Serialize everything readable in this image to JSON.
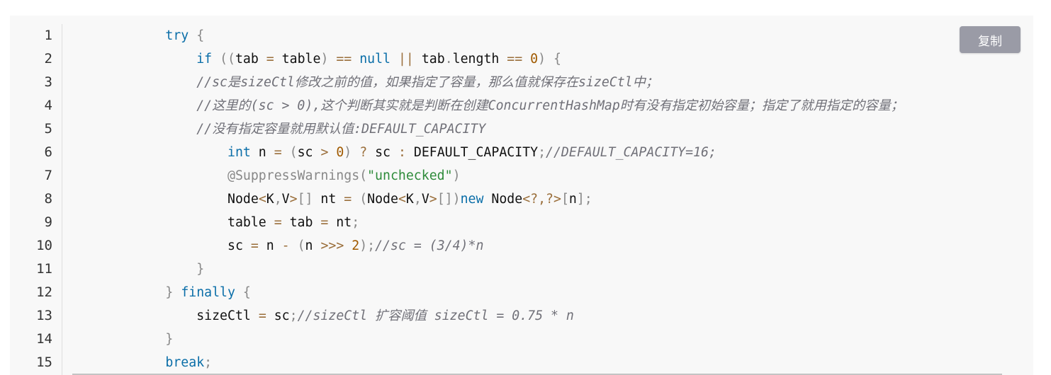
{
  "copy_button": {
    "label": "复制"
  },
  "line_numbers": [
    "1",
    "2",
    "3",
    "4",
    "5",
    "6",
    "7",
    "8",
    "9",
    "10",
    "11",
    "12",
    "13",
    "14",
    "15"
  ],
  "code_lines": [
    [
      {
        "t": "            ",
        "c": ""
      },
      {
        "t": "try",
        "c": "kw"
      },
      {
        "t": " ",
        "c": ""
      },
      {
        "t": "{",
        "c": "punc"
      }
    ],
    [
      {
        "t": "                ",
        "c": ""
      },
      {
        "t": "if",
        "c": "kw"
      },
      {
        "t": " ",
        "c": ""
      },
      {
        "t": "((",
        "c": "punc"
      },
      {
        "t": "tab ",
        "c": ""
      },
      {
        "t": "=",
        "c": "op"
      },
      {
        "t": " table",
        "c": ""
      },
      {
        "t": ")",
        "c": "punc"
      },
      {
        "t": " ",
        "c": ""
      },
      {
        "t": "==",
        "c": "op"
      },
      {
        "t": " ",
        "c": ""
      },
      {
        "t": "null",
        "c": "kw"
      },
      {
        "t": " ",
        "c": ""
      },
      {
        "t": "||",
        "c": "op"
      },
      {
        "t": " tab",
        "c": ""
      },
      {
        "t": ".",
        "c": "punc"
      },
      {
        "t": "length ",
        "c": ""
      },
      {
        "t": "==",
        "c": "op"
      },
      {
        "t": " ",
        "c": ""
      },
      {
        "t": "0",
        "c": "num"
      },
      {
        "t": ")",
        "c": "punc"
      },
      {
        "t": " ",
        "c": ""
      },
      {
        "t": "{",
        "c": "punc"
      }
    ],
    [
      {
        "t": "                ",
        "c": ""
      },
      {
        "t": "//sc是sizeCtl修改之前的值，如果指定了容量，那么值就保存在sizeCtl中；",
        "c": "cm"
      }
    ],
    [
      {
        "t": "                ",
        "c": ""
      },
      {
        "t": "//这里的(sc > 0),这个判断其实就是判断在创建ConcurrentHashMap时有没有指定初始容量；指定了就用指定的容量；",
        "c": "cm"
      }
    ],
    [
      {
        "t": "                ",
        "c": ""
      },
      {
        "t": "//没有指定容量就用默认值:DEFAULT_CAPACITY",
        "c": "cm"
      }
    ],
    [
      {
        "t": "                    ",
        "c": ""
      },
      {
        "t": "int",
        "c": "kw"
      },
      {
        "t": " n ",
        "c": ""
      },
      {
        "t": "=",
        "c": "op"
      },
      {
        "t": " ",
        "c": ""
      },
      {
        "t": "(",
        "c": "punc"
      },
      {
        "t": "sc ",
        "c": ""
      },
      {
        "t": ">",
        "c": "op"
      },
      {
        "t": " ",
        "c": ""
      },
      {
        "t": "0",
        "c": "num"
      },
      {
        "t": ")",
        "c": "punc"
      },
      {
        "t": " ",
        "c": ""
      },
      {
        "t": "?",
        "c": "op"
      },
      {
        "t": " sc ",
        "c": ""
      },
      {
        "t": ":",
        "c": "op"
      },
      {
        "t": " DEFAULT_CAPACITY",
        "c": ""
      },
      {
        "t": ";",
        "c": "punc"
      },
      {
        "t": "//DEFAULT_CAPACITY=16;",
        "c": "cm"
      }
    ],
    [
      {
        "t": "                    ",
        "c": ""
      },
      {
        "t": "@SuppressWarnings",
        "c": "ann"
      },
      {
        "t": "(",
        "c": "punc"
      },
      {
        "t": "\"unchecked\"",
        "c": "str"
      },
      {
        "t": ")",
        "c": "punc"
      }
    ],
    [
      {
        "t": "                    ",
        "c": ""
      },
      {
        "t": "Node",
        "c": ""
      },
      {
        "t": "<",
        "c": "op"
      },
      {
        "t": "K",
        "c": ""
      },
      {
        "t": ",",
        "c": "punc"
      },
      {
        "t": "V",
        "c": ""
      },
      {
        "t": ">",
        "c": "op"
      },
      {
        "t": "[]",
        "c": "punc"
      },
      {
        "t": " nt ",
        "c": ""
      },
      {
        "t": "=",
        "c": "op"
      },
      {
        "t": " ",
        "c": ""
      },
      {
        "t": "(",
        "c": "punc"
      },
      {
        "t": "Node",
        "c": ""
      },
      {
        "t": "<",
        "c": "op"
      },
      {
        "t": "K",
        "c": ""
      },
      {
        "t": ",",
        "c": "punc"
      },
      {
        "t": "V",
        "c": ""
      },
      {
        "t": ">",
        "c": "op"
      },
      {
        "t": "[])",
        "c": "punc"
      },
      {
        "t": "new",
        "c": "kw"
      },
      {
        "t": " Node",
        "c": ""
      },
      {
        "t": "<?,?>",
        "c": "op"
      },
      {
        "t": "[",
        "c": "punc"
      },
      {
        "t": "n",
        "c": ""
      },
      {
        "t": "];",
        "c": "punc"
      }
    ],
    [
      {
        "t": "                    ",
        "c": ""
      },
      {
        "t": "table ",
        "c": ""
      },
      {
        "t": "=",
        "c": "op"
      },
      {
        "t": " tab ",
        "c": ""
      },
      {
        "t": "=",
        "c": "op"
      },
      {
        "t": " nt",
        "c": ""
      },
      {
        "t": ";",
        "c": "punc"
      }
    ],
    [
      {
        "t": "                    ",
        "c": ""
      },
      {
        "t": "sc ",
        "c": ""
      },
      {
        "t": "=",
        "c": "op"
      },
      {
        "t": " n ",
        "c": ""
      },
      {
        "t": "-",
        "c": "op"
      },
      {
        "t": " ",
        "c": ""
      },
      {
        "t": "(",
        "c": "punc"
      },
      {
        "t": "n ",
        "c": ""
      },
      {
        "t": ">>>",
        "c": "op"
      },
      {
        "t": " ",
        "c": ""
      },
      {
        "t": "2",
        "c": "num"
      },
      {
        "t": ");",
        "c": "punc"
      },
      {
        "t": "//sc = (3/4)*n",
        "c": "cm"
      }
    ],
    [
      {
        "t": "                ",
        "c": ""
      },
      {
        "t": "}",
        "c": "punc"
      }
    ],
    [
      {
        "t": "            ",
        "c": ""
      },
      {
        "t": "}",
        "c": "punc"
      },
      {
        "t": " ",
        "c": ""
      },
      {
        "t": "finally",
        "c": "kw"
      },
      {
        "t": " ",
        "c": ""
      },
      {
        "t": "{",
        "c": "punc"
      }
    ],
    [
      {
        "t": "                ",
        "c": ""
      },
      {
        "t": "sizeCtl ",
        "c": ""
      },
      {
        "t": "=",
        "c": "op"
      },
      {
        "t": " sc",
        "c": ""
      },
      {
        "t": ";",
        "c": "punc"
      },
      {
        "t": "//sizeCtl 扩容阈值 sizeCtl = 0.75 * n",
        "c": "cm"
      }
    ],
    [
      {
        "t": "            ",
        "c": ""
      },
      {
        "t": "}",
        "c": "punc"
      }
    ],
    [
      {
        "t": "            ",
        "c": ""
      },
      {
        "t": "break",
        "c": "kw"
      },
      {
        "t": ";",
        "c": "punc"
      }
    ]
  ]
}
